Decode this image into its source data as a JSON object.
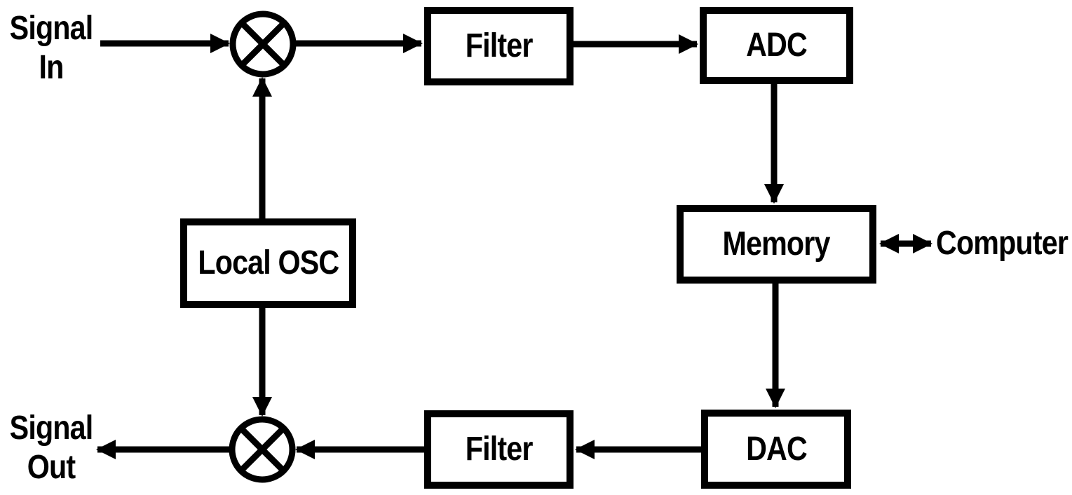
{
  "diagram": {
    "type": "block-diagram",
    "subject": "digital-signal-memory-system",
    "colors": {
      "background": "#ffffff",
      "line": "#000000",
      "block_fill": "#ffffff",
      "text": "#000000"
    },
    "blocks": {
      "filter_top": {
        "label": "Filter"
      },
      "adc": {
        "label": "ADC"
      },
      "memory": {
        "label": "Memory"
      },
      "local_osc": {
        "line1": "Local",
        "line2": "OSC"
      },
      "dac": {
        "label": "DAC"
      },
      "filter_bottom": {
        "label": "Filter"
      }
    },
    "external_labels": {
      "signal_in": {
        "line1": "Signal",
        "line2": "In"
      },
      "signal_out": {
        "line1": "Signal",
        "line2": "Out"
      },
      "computer": "Computer"
    },
    "symbols": {
      "mixer_top": "mixer-circle-with-x",
      "mixer_bottom": "mixer-circle-with-x"
    },
    "connections": [
      {
        "from": "signal_in",
        "to": "mixer_top",
        "arrow": "to"
      },
      {
        "from": "mixer_top",
        "to": "filter_top",
        "arrow": "to"
      },
      {
        "from": "filter_top",
        "to": "adc",
        "arrow": "to"
      },
      {
        "from": "adc",
        "to": "memory",
        "arrow": "to"
      },
      {
        "from": "memory",
        "to": "computer",
        "arrow": "both"
      },
      {
        "from": "memory",
        "to": "dac",
        "arrow": "to"
      },
      {
        "from": "dac",
        "to": "filter_bottom",
        "arrow": "to"
      },
      {
        "from": "filter_bottom",
        "to": "mixer_bottom",
        "arrow": "to"
      },
      {
        "from": "mixer_bottom",
        "to": "signal_out",
        "arrow": "to"
      },
      {
        "from": "local_osc",
        "to": "mixer_top",
        "arrow": "to"
      },
      {
        "from": "local_osc",
        "to": "mixer_bottom",
        "arrow": "to"
      }
    ]
  }
}
